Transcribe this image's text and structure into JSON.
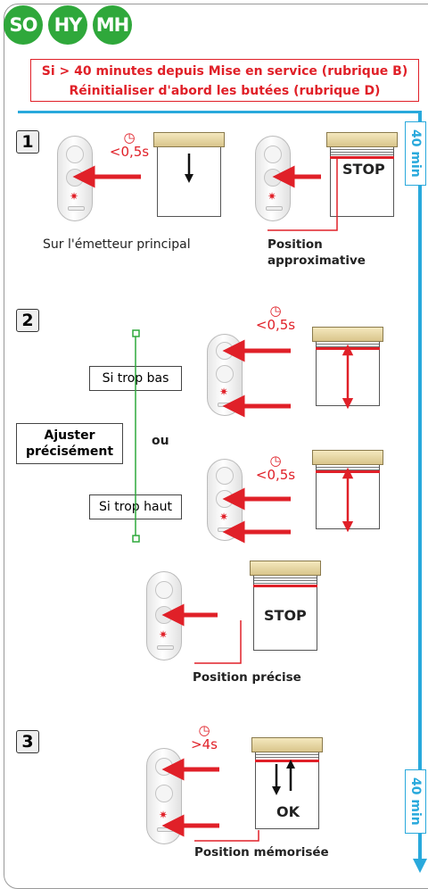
{
  "badges": [
    "SO",
    "HY",
    "MH"
  ],
  "warning": {
    "line1": "Si > 40 minutes depuis Mise en service (rubrique B)",
    "line2": "Réinitialiser d'abord les butées (rubrique D)"
  },
  "time_tag": "40 min",
  "steps": [
    "1",
    "2",
    "3"
  ],
  "step1": {
    "timer": "<0,5s",
    "caption": "Sur l'émetteur principal",
    "stop": "STOP",
    "position_line1": "Position",
    "position_line2": "approximative"
  },
  "step2": {
    "timer": "<0,5s",
    "too_low": "Si trop bas",
    "too_high": "Si trop haut",
    "or": "ou",
    "adjust_line1": "Ajuster",
    "adjust_line2": "précisément",
    "stop": "STOP",
    "position": "Position précise"
  },
  "step3": {
    "timer": ">4s",
    "ok": "OK",
    "position": "Position mémorisée"
  },
  "colors": {
    "red": "#e02028",
    "green": "#2fa83b",
    "blue": "#29a9dc"
  }
}
